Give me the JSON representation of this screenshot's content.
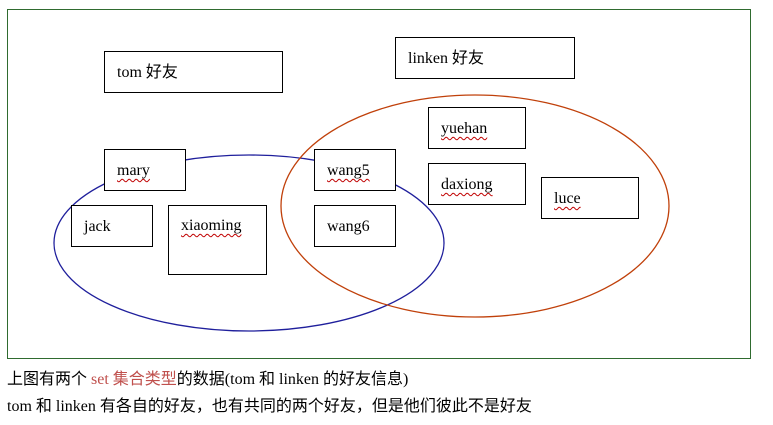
{
  "colors": {
    "frame": "#2f6b2f",
    "tom_set": "#1f1f9c",
    "linken_set": "#c0400a",
    "highlight": "#c0504d"
  },
  "labels": {
    "tom_friends": "tom 好友",
    "linken_friends": "linken 好友"
  },
  "names": {
    "mary": "mary",
    "jack": "jack",
    "xiaoming": "xiaoming",
    "wang5": "wang5",
    "wang6": "wang6",
    "yuehan": "yuehan",
    "daxiong": "daxiong",
    "luce": "luce"
  },
  "caption": {
    "line1_prefix": "上图有两个",
    "line1_highlight": " set 集合类型",
    "line1_suffix": "的数据(tom 和 linken 的好友信息)",
    "line2": "tom 和 linken 有各自的好友，也有共同的两个好友，但是他们彼此不是好友"
  }
}
